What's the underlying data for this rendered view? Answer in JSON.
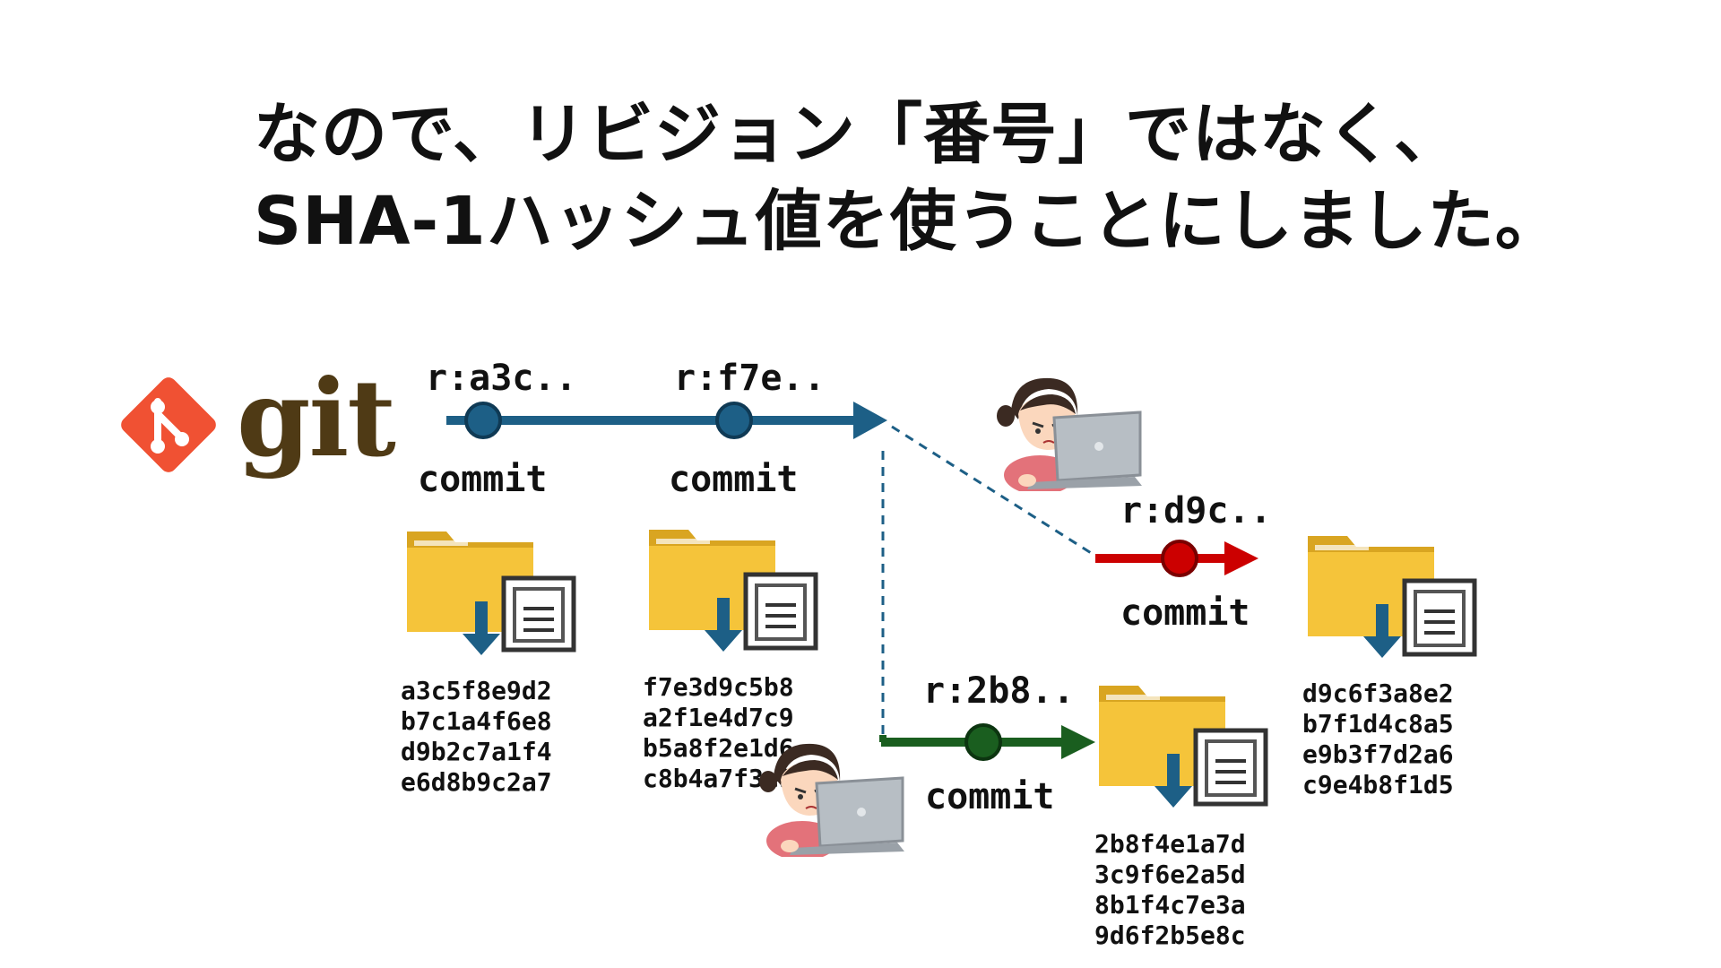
{
  "title": {
    "line1": "なので、リビジョン「番号」ではなく、",
    "line2": "SHA-1ハッシュ値を使うことにしました。"
  },
  "logo": {
    "text": "git",
    "icon": "git-logo-icon",
    "colors": {
      "mark": "#f05133",
      "text": "#4f3a15"
    }
  },
  "colors": {
    "main_branch": "#1d5f86",
    "red_branch": "#cc0000",
    "green_branch": "#1a5e1f",
    "dashed": "#1d5f86",
    "folder": "#f5c43a",
    "folder_tab": "#d9a521",
    "arrow_down": "#1d5f86"
  },
  "commits": [
    {
      "revision": "r:a3c..",
      "label": "commit",
      "hash": [
        "a3c5f8e9d2",
        "b7c1a4f6e8",
        "d9b2c7a1f4",
        "e6d8b9c2a7"
      ]
    },
    {
      "revision": "r:f7e..",
      "label": "commit",
      "hash": [
        "f7e3d9c5b8",
        "a2f1e4d7c9",
        "b5a8f2e1d6",
        "c8b4a7f3e9"
      ]
    },
    {
      "revision": "r:d9c..",
      "label": "commit",
      "hash": [
        "d9c6f3a8e2",
        "b7f1d4c8a5",
        "e9b3f7d2a6",
        "c9e4b8f1d5"
      ]
    },
    {
      "revision": "r:2b8..",
      "label": "commit",
      "hash": [
        "2b8f4e1a7d",
        "3c9f6e2a5d",
        "8b1f4c7e3a",
        "9d6f2b5e8c"
      ]
    }
  ],
  "icons": [
    "folder-icon",
    "document-icon",
    "down-arrow-icon",
    "person-laptop-icon"
  ]
}
